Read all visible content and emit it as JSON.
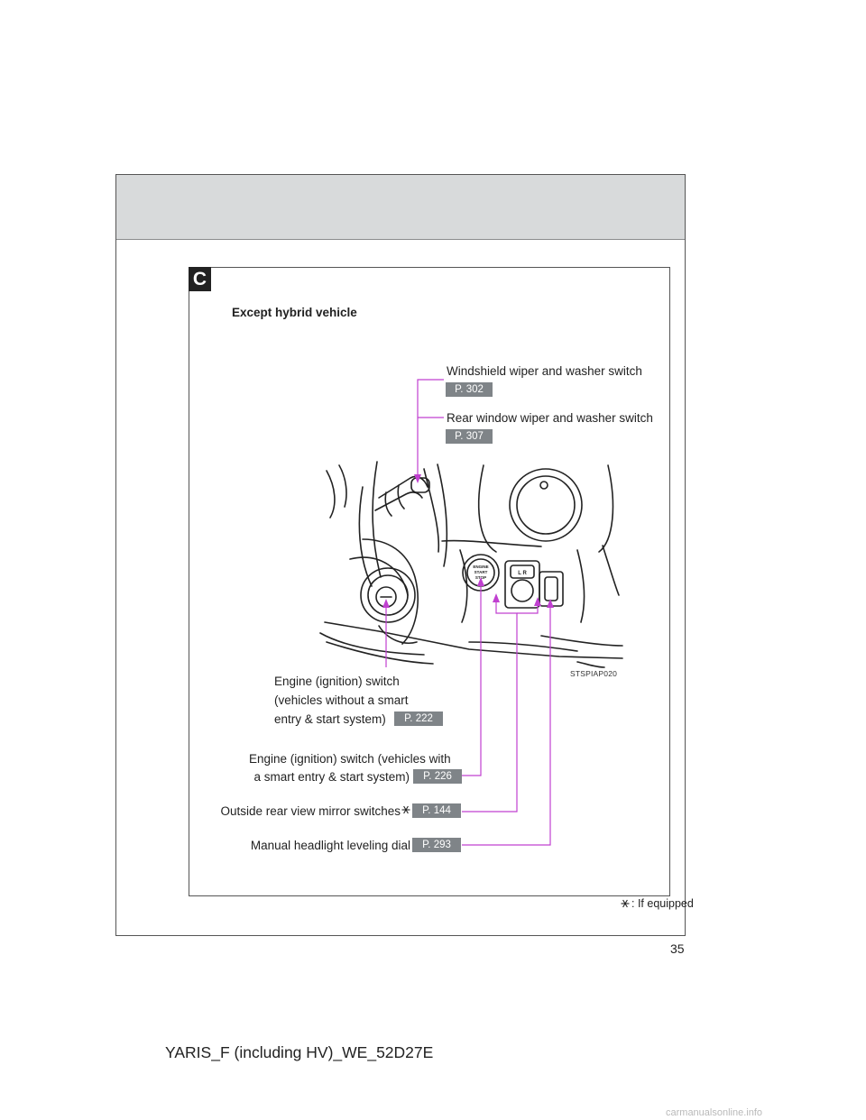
{
  "page": {
    "number": "35",
    "doc_code": "YARIS_F (including HV)_WE_52D27E",
    "watermark": "carmanualsonline.info"
  },
  "section": {
    "tab": "C",
    "subheading": "Except hybrid vehicle",
    "image_code": "STSPIAP020",
    "footnote": ": If equipped",
    "accent_color": "#c040d0",
    "ref_badge_color": "#7f8488"
  },
  "callouts": {
    "wiper": {
      "label": "Windshield wiper and washer switch",
      "page_ref": "P. 302"
    },
    "rear_wiper": {
      "label": "Rear window wiper and washer switch",
      "page_ref": "P. 307"
    },
    "engine_key": {
      "line1": "Engine (ignition) switch",
      "line2": "(vehicles without a smart",
      "line3": "entry & start system)",
      "page_ref": "P. 222"
    },
    "engine_smart": {
      "line1": "Engine (ignition) switch (vehicles with",
      "line2": "a smart entry & start system)",
      "page_ref": "P. 226"
    },
    "mirror": {
      "label": "Outside rear view mirror switches",
      "page_ref": "P. 144"
    },
    "headlight": {
      "label": "Manual headlight leveling dial",
      "page_ref": "P. 293"
    }
  },
  "illustration": {
    "button_text": [
      "ENGINE",
      "START",
      "STOP"
    ],
    "mirror_lr": "L  R"
  }
}
